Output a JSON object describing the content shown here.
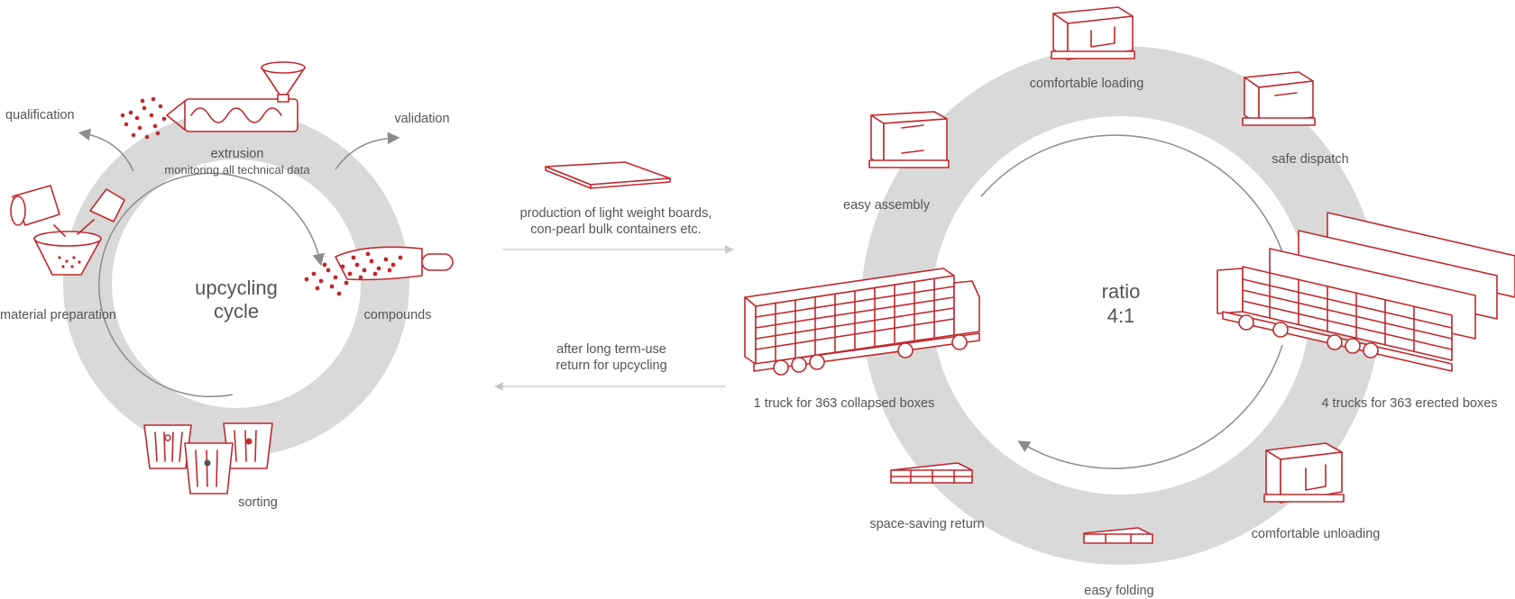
{
  "left_cycle": {
    "center_title_line1": "upcycling",
    "center_title_line2": "cycle",
    "stage_extrusion": "extrusion",
    "stage_extrusion_sub": "monitoring all technical data",
    "stage_compounds": "compounds",
    "stage_sorting": "sorting",
    "stage_material_preparation": "material preparation",
    "arrow_qualification": "qualification",
    "arrow_validation": "validation"
  },
  "middle": {
    "production_line1": "production of light weight boards,",
    "production_line2": "con-pearl bulk containers etc.",
    "return_line1": "after long term-use",
    "return_line2": "return for upcycling"
  },
  "right_cycle": {
    "ratio_line1": "ratio",
    "ratio_line2": "4:1",
    "stage_comfortable_loading": "comfortable loading",
    "stage_safe_dispatch": "safe  dispatch",
    "stage_easy_assembly": "easy assembly",
    "stage_erected_trucks": "4 trucks for 363 erected boxes",
    "stage_collapsed_truck": "1 truck for 363 collapsed boxes",
    "stage_comfortable_unloading": "comfortable  unloading",
    "stage_space_saving_return": "space-saving return",
    "stage_easy_folding": "easy folding"
  },
  "colors": {
    "ring": "#d9d9d9",
    "icon_red": "#c0282d",
    "text": "#555555",
    "arrow": "#8c8c8c"
  }
}
